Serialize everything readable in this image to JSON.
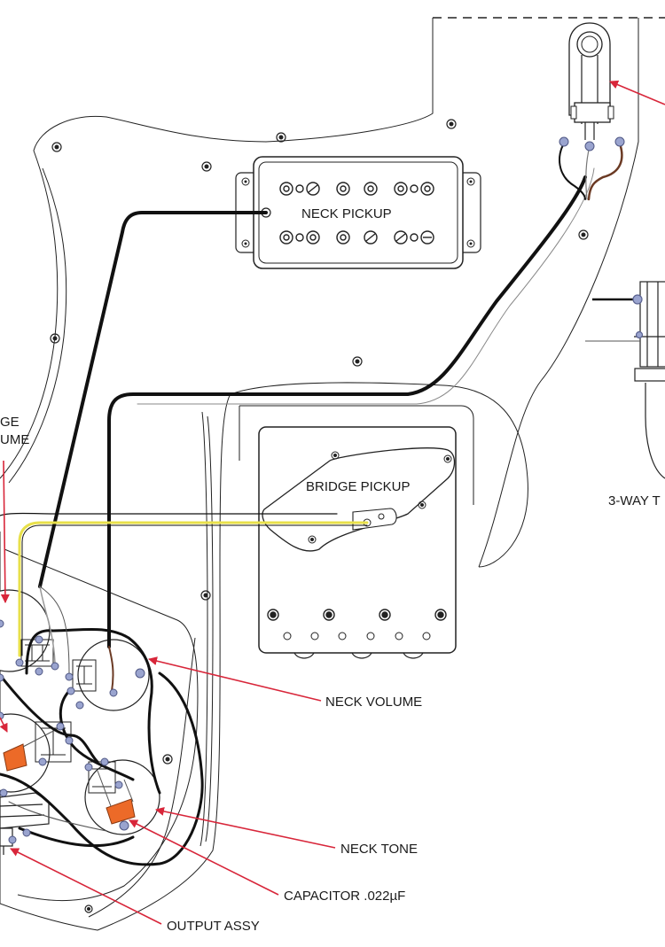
{
  "labels": {
    "neck_pickup": "NECK PICKUP",
    "bridge_pickup": "BRIDGE PICKUP",
    "neck_volume": "NECK VOLUME",
    "neck_tone": "NECK TONE",
    "capacitor": "CAPACITOR .022µF",
    "output_assy": "OUTPUT ASSY",
    "three_way_toggle": "3-WAY T",
    "bridge_volume_line1": "GE",
    "bridge_volume_line2": "UME"
  },
  "colors": {
    "wire_black": "#111111",
    "wire_yellow": "#e8e04a",
    "wire_brown": "#6b3a24",
    "callout_red": "#d8263a",
    "terminal_blue": "#9aa4cf",
    "capacitor_orange": "#ec6a28"
  },
  "icons": {
    "terminal": "solder-terminal-icon",
    "screw": "mounting-screw-icon",
    "pole_piece": "pole-piece-icon",
    "capacitor": "capacitor-icon"
  }
}
